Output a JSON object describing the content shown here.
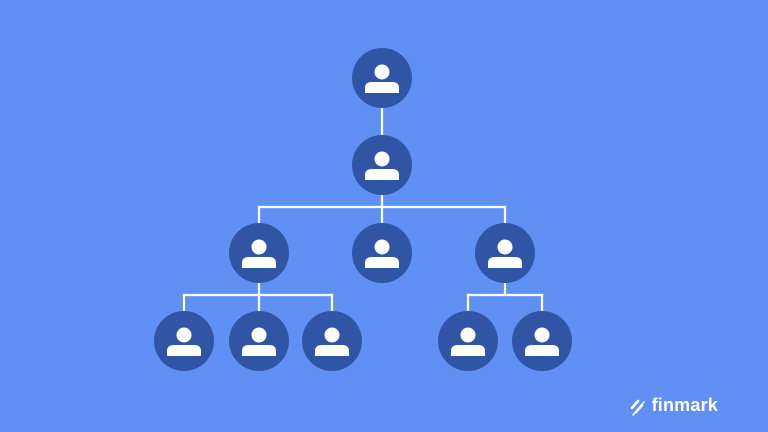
{
  "colors": {
    "background": "#6190f5",
    "node": "#2f55a4",
    "line": "#ffffff",
    "person_icon": "#ffffff"
  },
  "diagram": {
    "type": "org-chart",
    "node_icon": "person-icon",
    "tree": {
      "id": "level1",
      "children": [
        {
          "id": "level2",
          "children": [
            {
              "id": "left",
              "children": [
                {
                  "id": "left-1"
                },
                {
                  "id": "left-2"
                },
                {
                  "id": "left-3"
                }
              ]
            },
            {
              "id": "middle"
            },
            {
              "id": "right",
              "children": [
                {
                  "id": "right-1"
                },
                {
                  "id": "right-2"
                }
              ]
            }
          ]
        }
      ]
    }
  },
  "brand": {
    "name": "finmark",
    "icon": "finmark-logo-icon"
  }
}
